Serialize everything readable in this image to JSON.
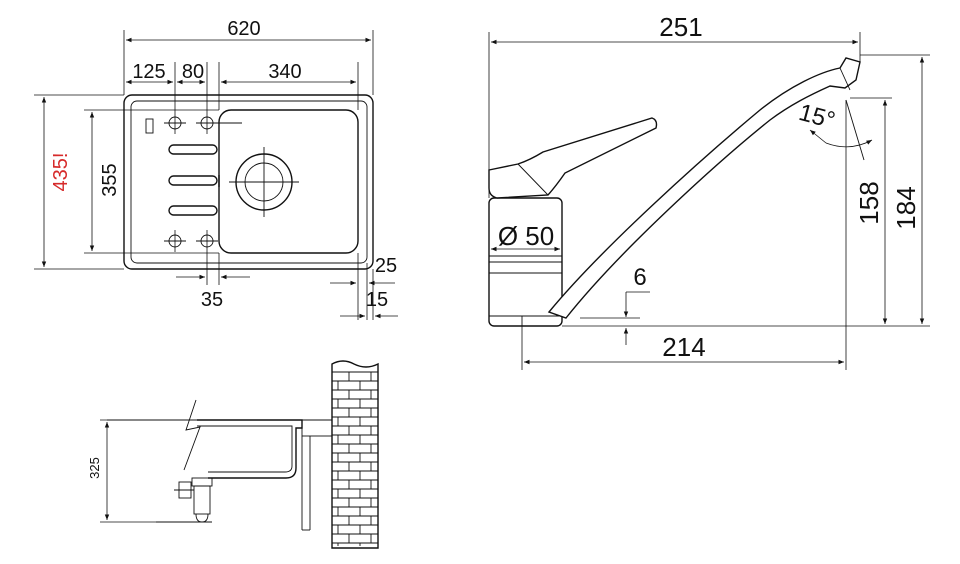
{
  "colors": {
    "line": "#111111",
    "accent": "#d62a2a",
    "background": "#ffffff"
  },
  "sink_top_view": {
    "width_total": "620",
    "dim_125": "125",
    "dim_80": "80",
    "dim_340": "340",
    "height_outer": "435!",
    "height_inner": "355",
    "dim_25": "25",
    "dim_35": "35",
    "dim_15": "15"
  },
  "faucet_side_view": {
    "reach_total": "251",
    "angle": "15°",
    "height_158": "158",
    "height_184": "184",
    "diameter": "Ø 50",
    "dim_6": "6",
    "reach_214": "214"
  },
  "installation_section": {
    "depth": "325"
  }
}
